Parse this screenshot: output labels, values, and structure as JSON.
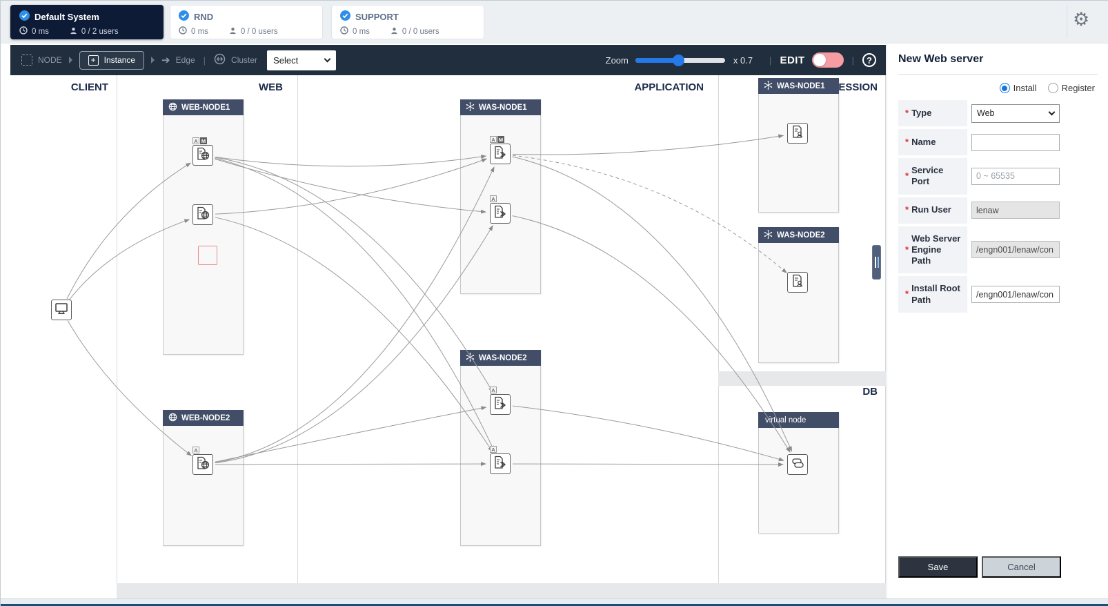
{
  "header": {
    "tabs": [
      {
        "name": "Default System",
        "latency": "0 ms",
        "users": "0 / 2 users",
        "active": true
      },
      {
        "name": "RND",
        "latency": "0 ms",
        "users": "0 / 0 users",
        "active": false
      },
      {
        "name": "SUPPORT",
        "latency": "0 ms",
        "users": "0 / 0 users",
        "active": false
      }
    ],
    "gear_icon": "settings-gear"
  },
  "toolbar": {
    "node_label": "NODE",
    "instance_label": "Instance",
    "edge_label": "Edge",
    "cluster_label": "Cluster",
    "select_value": "Select",
    "zoom_label": "Zoom",
    "zoom_value": "x 0.7",
    "edit_label": "EDIT",
    "edit_on": true,
    "help_label": "?"
  },
  "canvas": {
    "lanes": [
      {
        "label": "CLIENT"
      },
      {
        "label": "WEB"
      },
      {
        "label": "APPLICATION"
      },
      {
        "label": "SESSION"
      },
      {
        "label": "DB"
      }
    ],
    "nodes": [
      {
        "id": "web-node1",
        "label": "WEB-NODE1",
        "icon": "globe"
      },
      {
        "id": "web-node2",
        "label": "WEB-NODE2",
        "icon": "globe"
      },
      {
        "id": "was-node1",
        "label": "WAS-NODE1",
        "icon": "atom"
      },
      {
        "id": "was-node2",
        "label": "WAS-NODE2",
        "icon": "atom"
      },
      {
        "id": "session-was-node1",
        "label": "WAS-NODE1",
        "icon": "atom"
      },
      {
        "id": "session-was-node2",
        "label": "WAS-NODE2",
        "icon": "atom"
      },
      {
        "id": "virtual-node",
        "label": "virtual node",
        "icon": null
      }
    ],
    "instances": [
      {
        "id": "client",
        "type": "client",
        "node": null,
        "badges": []
      },
      {
        "id": "web1-i1",
        "type": "web",
        "node": "web-node1",
        "badges": [
          "A",
          "M"
        ]
      },
      {
        "id": "web1-i2",
        "type": "web",
        "node": "web-node1",
        "badges": []
      },
      {
        "id": "web2-i1",
        "type": "web",
        "node": "web-node2",
        "badges": [
          "A"
        ]
      },
      {
        "id": "was1-i1",
        "type": "was",
        "node": "was-node1",
        "badges": [
          "A",
          "M"
        ]
      },
      {
        "id": "was1-i2",
        "type": "was",
        "node": "was-node1",
        "badges": [
          "A"
        ]
      },
      {
        "id": "was2-i1",
        "type": "was",
        "node": "was-node2",
        "badges": [
          "A"
        ]
      },
      {
        "id": "was2-i2",
        "type": "was",
        "node": "was-node2",
        "badges": [
          "A"
        ]
      },
      {
        "id": "sess1",
        "type": "session",
        "node": "session-was-node1",
        "badges": []
      },
      {
        "id": "sess2",
        "type": "session",
        "node": "session-was-node2",
        "badges": []
      },
      {
        "id": "db",
        "type": "db",
        "node": "virtual-node",
        "badges": []
      }
    ],
    "edges": [
      {
        "from": "client",
        "to": "web1-i1",
        "dashed": false
      },
      {
        "from": "client",
        "to": "web1-i2",
        "dashed": false
      },
      {
        "from": "client",
        "to": "web2-i1",
        "dashed": false
      },
      {
        "from": "web1-i1",
        "to": "was1-i1",
        "dashed": false
      },
      {
        "from": "web1-i1",
        "to": "was1-i2",
        "dashed": false
      },
      {
        "from": "web1-i1",
        "to": "was2-i1",
        "dashed": false
      },
      {
        "from": "web1-i1",
        "to": "was2-i2",
        "dashed": false
      },
      {
        "from": "web1-i2",
        "to": "was1-i1",
        "dashed": false
      },
      {
        "from": "web1-i2",
        "to": "was2-i2",
        "dashed": false
      },
      {
        "from": "web2-i1",
        "to": "was1-i1",
        "dashed": false
      },
      {
        "from": "web2-i1",
        "to": "was1-i2",
        "dashed": false
      },
      {
        "from": "web2-i1",
        "to": "was2-i1",
        "dashed": false
      },
      {
        "from": "web2-i1",
        "to": "was2-i2",
        "dashed": false
      },
      {
        "from": "was1-i1",
        "to": "sess1",
        "dashed": false
      },
      {
        "from": "was1-i1",
        "to": "sess2",
        "dashed": true
      },
      {
        "from": "was1-i1",
        "to": "db",
        "dashed": false
      },
      {
        "from": "was1-i2",
        "to": "db",
        "dashed": false
      },
      {
        "from": "was2-i1",
        "to": "db",
        "dashed": false
      },
      {
        "from": "was2-i2",
        "to": "db",
        "dashed": false
      }
    ],
    "new_instance_placeholder": {
      "node": "web-node1",
      "color": "#ea8c8c"
    }
  },
  "panel": {
    "title": "New Web server",
    "mode_options": [
      {
        "label": "Install",
        "selected": true
      },
      {
        "label": "Register",
        "selected": false
      }
    ],
    "fields": [
      {
        "label": "Type",
        "required": true,
        "control": "select",
        "value": "Web"
      },
      {
        "label": "Name",
        "required": true,
        "control": "input",
        "value": "",
        "placeholder": ""
      },
      {
        "label": "Service Port",
        "required": true,
        "control": "input",
        "value": "",
        "placeholder": "0 ~ 65535"
      },
      {
        "label": "Run User",
        "required": true,
        "control": "input",
        "value": "lenaw",
        "disabled": true
      },
      {
        "label": "Web Server Engine Path",
        "required": true,
        "control": "input",
        "value": "/engn001/lenaw/con",
        "disabled": true
      },
      {
        "label": "Install Root Path",
        "required": true,
        "control": "input",
        "value": "/engn001/lenaw/con",
        "disabled": false
      }
    ],
    "save_label": "Save",
    "cancel_label": "Cancel"
  },
  "colors": {
    "accent_blue": "#2478e8",
    "check_blue": "#2e8ee8",
    "toolbar_bg": "#212e3e",
    "active_tab_bg": "#0d1b36",
    "node_header_bg": "#424e68",
    "edge_gray": "#999999",
    "edit_toggle_pink": "#f59da3",
    "placeholder_red": "#ea8c8c"
  }
}
